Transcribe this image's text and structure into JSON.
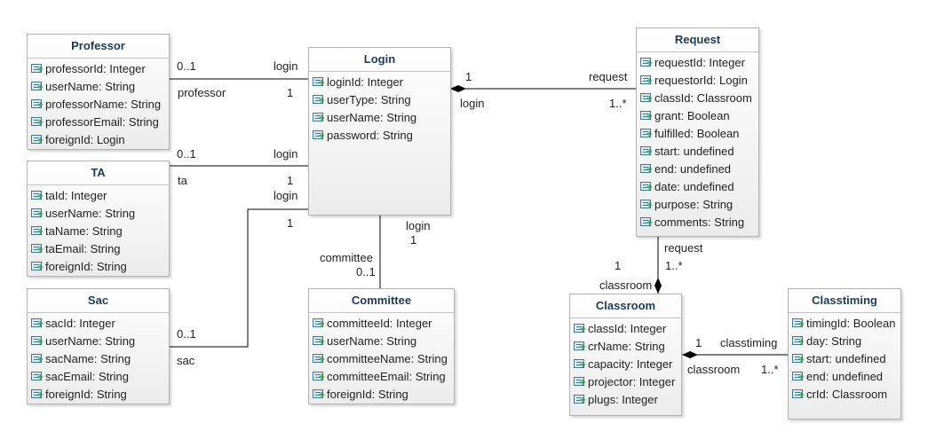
{
  "colors": {
    "class_border": "#b3b3b3",
    "title_text": "#1f3b54",
    "line": "#000000",
    "attribute_icon": "#3f7a8f",
    "attribute_icon_plus": "#2ea03c"
  },
  "classes": {
    "professor": {
      "name": "Professor",
      "attributes": [
        "professorId: Integer",
        "userName: String",
        "professorName: String",
        "professorEmail: String",
        "foreignId: Login"
      ]
    },
    "ta": {
      "name": "TA",
      "attributes": [
        "taId: Integer",
        "userName: String",
        "taName: String",
        "taEmail: String",
        "foreignId: String"
      ]
    },
    "sac": {
      "name": "Sac",
      "attributes": [
        "sacId: Integer",
        "userName: String",
        "sacName: String",
        "sacEmail: String",
        "foreignId: String"
      ]
    },
    "login": {
      "name": "Login",
      "attributes": [
        "loginId: Integer",
        "userType: String",
        "userName: String",
        "password: String"
      ]
    },
    "committee": {
      "name": "Committee",
      "attributes": [
        "committeeId: Integer",
        "userName: String",
        "committeeName: String",
        "committeeEmail: String",
        "foreignId: String"
      ]
    },
    "request": {
      "name": "Request",
      "attributes": [
        "requestId: Integer",
        "requestorId: Login",
        "classId: Classroom",
        "grant: Boolean",
        "fulfilled: Boolean",
        "start: undefined",
        "end: undefined",
        "date: undefined",
        "purpose: String",
        "comments: String"
      ]
    },
    "classroom": {
      "name": "Classroom",
      "attributes": [
        "classId: Integer",
        "crName: String",
        "capacity: Integer",
        "projector: Integer",
        "plugs: Integer"
      ]
    },
    "classtiming": {
      "name": "Classtiming",
      "attributes": [
        "timingId: Boolean",
        "day: String",
        "start: undefined",
        "end: undefined",
        "crId: Classroom"
      ]
    }
  },
  "associations": {
    "professor_login": {
      "professor_mult": "0..1",
      "professor_role": "professor",
      "login_role": "login",
      "login_mult": "1"
    },
    "ta_login": {
      "ta_mult": "0..1",
      "ta_role": "ta",
      "login_role": "login",
      "login_mult": "1"
    },
    "sac_login": {
      "sac_mult": "0..1",
      "sac_role": "sac",
      "login_role": "login",
      "login_mult": "1"
    },
    "login_committee": {
      "login_role": "login",
      "login_mult": "1",
      "committee_role": "committee",
      "committee_mult": "0..1"
    },
    "login_request": {
      "login_mult": "1",
      "login_role": "login",
      "request_role": "request",
      "request_mult": "1..*"
    },
    "request_classroom": {
      "request_role": "request",
      "request_mult": "1..*",
      "classroom_mult": "1",
      "classroom_role": "classroom"
    },
    "classroom_classtiming": {
      "classroom_mult": "1",
      "classroom_role": "classroom",
      "classtiming_role": "classtiming",
      "classtiming_mult": "1..*"
    }
  }
}
